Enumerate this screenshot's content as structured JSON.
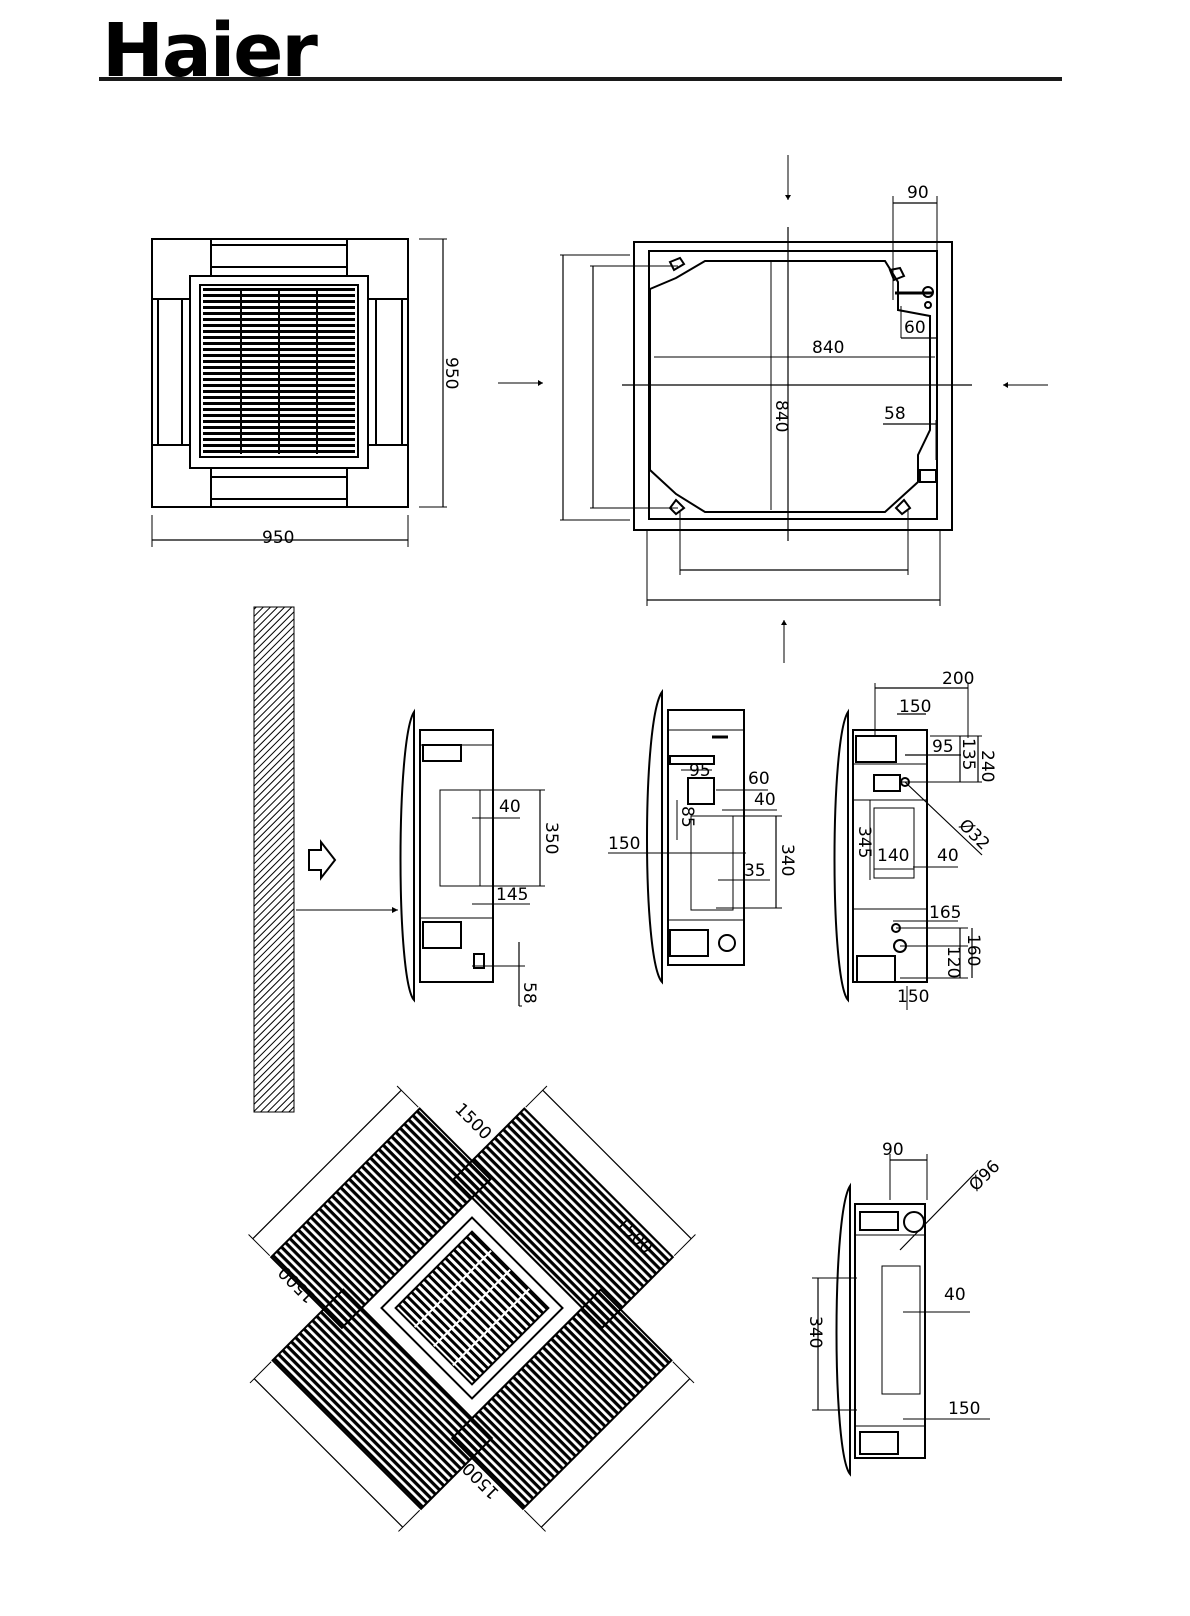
{
  "header": {
    "brand": "Haier",
    "brand_color": "#6a6fa6",
    "rule_color": "#1a1a1a"
  },
  "front_view": {
    "dim_width": "950",
    "dim_height": "950"
  },
  "top_view": {
    "dim_top_offset": "90",
    "dim_pipe_offset": "60",
    "dim_width": "840",
    "dim_depth": "840",
    "dim_side": "58"
  },
  "side_view_a": {
    "dim_40": "40",
    "dim_350": "350",
    "dim_145": "145",
    "dim_58": "58"
  },
  "side_view_b": {
    "dim_95": "95",
    "dim_60": "60",
    "dim_40": "40",
    "dim_85": "85",
    "dim_150": "150",
    "dim_340": "340",
    "dim_35": "35"
  },
  "side_view_c": {
    "dim_200": "200",
    "dim_150_top": "150",
    "dim_95": "95",
    "dim_135": "135",
    "dim_240": "240",
    "dim_phi32": "Ø32",
    "dim_345": "345",
    "dim_140": "140",
    "dim_40": "40",
    "dim_165": "165",
    "dim_160": "160",
    "dim_120": "120",
    "dim_150_bottom": "150"
  },
  "airflow_view": {
    "dim_1500_top": "1500",
    "dim_1500_right": "1500",
    "dim_1500_left": "1500",
    "dim_1500_bottom": "1500"
  },
  "side_view_d": {
    "dim_90": "90",
    "dim_phi96": "Ø96",
    "dim_40": "40",
    "dim_340": "340",
    "dim_150": "150"
  }
}
